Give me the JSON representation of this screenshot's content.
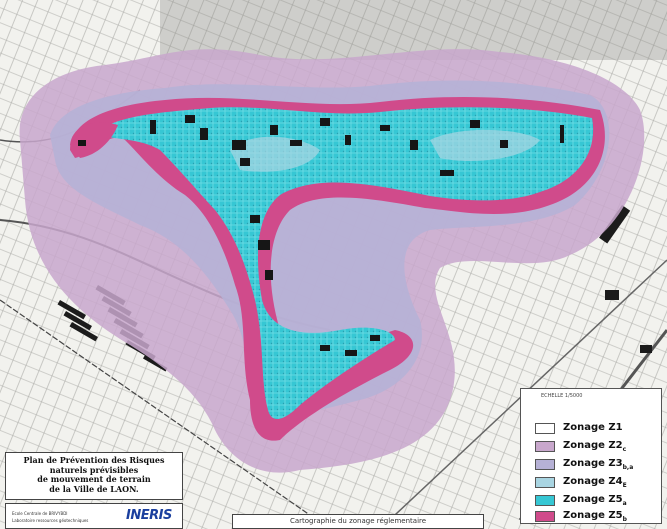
{
  "map": {
    "title_lines": [
      "Plan de Prévention des Risques",
      "naturels prévisibles",
      "de mouvement de terrain",
      "de la Ville de LAON."
    ],
    "footer_text": [
      "Ecole Centrale de BRIVYBDI",
      "Laboratoire ressources géotechniques"
    ],
    "logo_text": "INERIS",
    "caption": "Cartographie du zonage réglementaire",
    "colors": {
      "background": "#f2f2ee",
      "outer_zone": "#c8a7cc",
      "belt_zone": "#b8a6cf",
      "plateau_zone": "#36c7d4",
      "edge_zone": "#d04b8b",
      "roads": "#555555"
    }
  },
  "legend": {
    "scale_label": "ECHELLE 1/5000",
    "items": [
      {
        "name": "Zonage Z1",
        "sub": "",
        "color": "#ffffff"
      },
      {
        "name": "Zonage Z2",
        "sub": "c",
        "color": "#c8a7cc"
      },
      {
        "name": "Zonage Z3",
        "sub": "b,a",
        "color": "#b6b1d6"
      },
      {
        "name": "Zonage Z4",
        "sub": "E",
        "color": "#a9d5e2"
      },
      {
        "name": "Zonage Z5",
        "sub": "a",
        "color": "#36c7d4"
      },
      {
        "name": "Zonage Z5",
        "sub": "b",
        "color": "#d04b8b"
      }
    ]
  }
}
